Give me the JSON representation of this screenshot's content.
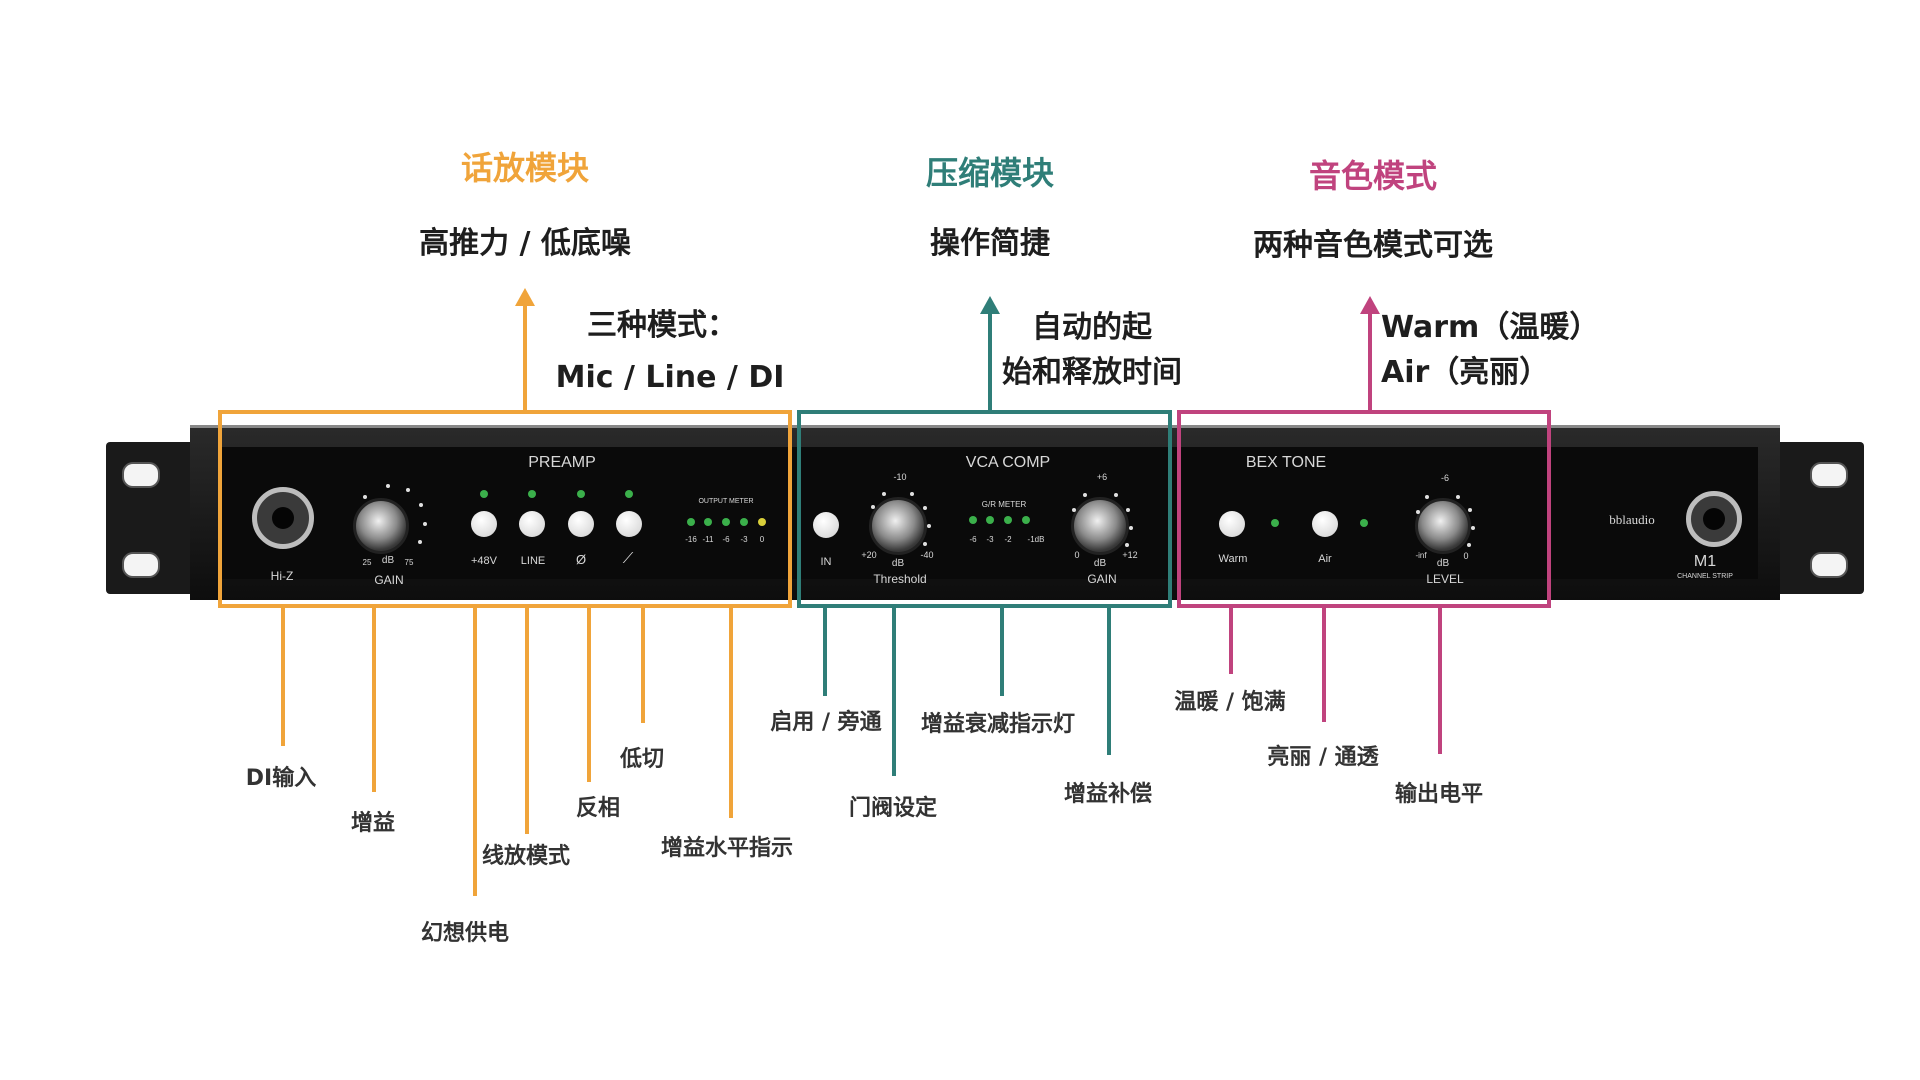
{
  "sections": {
    "preamp": {
      "title": "话放模块",
      "subtitle": "高推力 / 低底噪",
      "feature_line1": "三种模式：",
      "feature_line2": "Mic / Line / DI",
      "color": "#f0a43a"
    },
    "comp": {
      "title": "压缩模块",
      "subtitle": "操作简捷",
      "feature_line1": "自动的起",
      "feature_line2": "始和释放时间",
      "color": "#2f7e78"
    },
    "tone": {
      "title": "音色模式",
      "subtitle": "两种音色模式可选",
      "feature_line1": "Warm（温暖）",
      "feature_line2": "Air（亮丽）",
      "color": "#c0437e"
    }
  },
  "device": {
    "preamp_label": "PREAMP",
    "hiz_label": "Hi-Z",
    "gain_label": "GAIN",
    "gain_scale": [
      "25",
      "dB",
      "75"
    ],
    "btn_48v": "+48V",
    "btn_line": "LINE",
    "btn_phase": "Ø",
    "btn_hpf": "⟋",
    "output_meter_label": "OUTPUT METER",
    "output_meter_scale": [
      "-16",
      "-11",
      "-6",
      "-3",
      "0"
    ],
    "comp_label": "VCA COMP",
    "comp_in": "IN",
    "threshold_label": "Threshold",
    "threshold_scale": [
      "-10",
      "+20",
      "dB",
      "-40"
    ],
    "gr_meter_label": "G/R METER",
    "gr_scale": [
      "-6",
      "-3",
      "-2",
      "-1dB"
    ],
    "comp_gain_label": "GAIN",
    "comp_gain_scale": [
      "+6",
      "0",
      "dB",
      "+12"
    ],
    "tone_label": "BEX TONE",
    "warm_label": "Warm",
    "air_label": "Air",
    "level_label": "LEVEL",
    "level_scale": [
      "-6",
      "-inf",
      "dB",
      "0"
    ],
    "brand": "bblaudio",
    "model": "M1",
    "model_sub": "CHANNEL STRIP"
  },
  "callouts": {
    "di_input": "DI输入",
    "gain": "增益",
    "phantom": "幻想供电",
    "line_mode": "线放模式",
    "phase": "反相",
    "low_cut": "低切",
    "level_meter": "增益水平指示",
    "enable_bypass": "启用 / 旁通",
    "threshold": "门阀设定",
    "gr_indicator": "增益衰减指示灯",
    "makeup_gain": "增益补偿",
    "warm_saturation": "温暖 / 饱满",
    "air_clarity": "亮丽 / 通透",
    "output_level": "输出电平"
  }
}
